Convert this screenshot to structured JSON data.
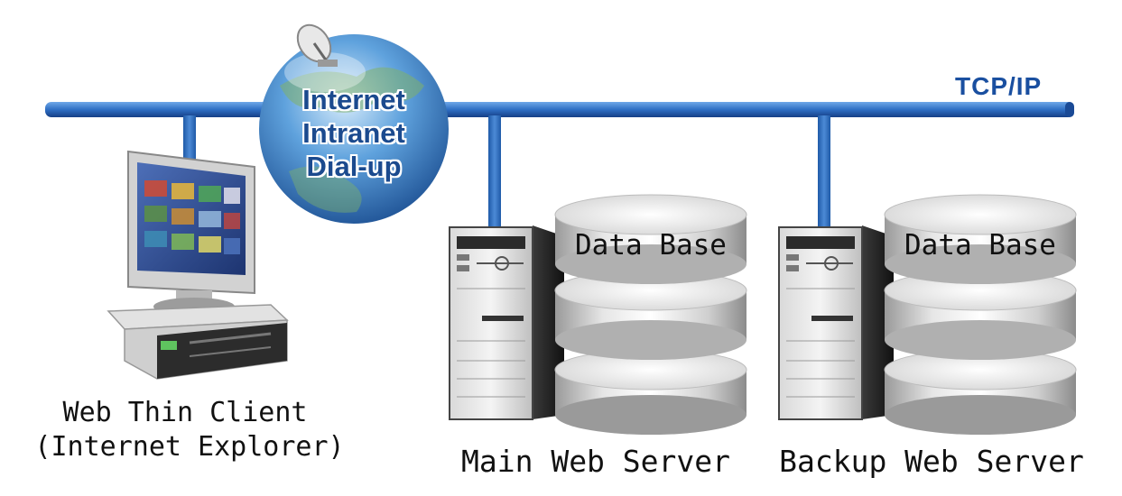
{
  "network": {
    "protocol_label": "TCP/IP"
  },
  "globe": {
    "lines": [
      "Internet",
      "Intranet",
      "Dial-up"
    ]
  },
  "client": {
    "caption_line1": "Web Thin Client",
    "caption_line2": "(Internet Explorer)"
  },
  "main_server": {
    "caption": "Main Web Server",
    "database_label": "Data Base"
  },
  "backup_server": {
    "caption": "Backup Web Server",
    "database_label": "Data Base"
  },
  "colors": {
    "bus": "#2f6fc4",
    "bus_dark": "#153f86",
    "globe": "#3a7cc4",
    "text_blue": "#1b4a8e"
  }
}
